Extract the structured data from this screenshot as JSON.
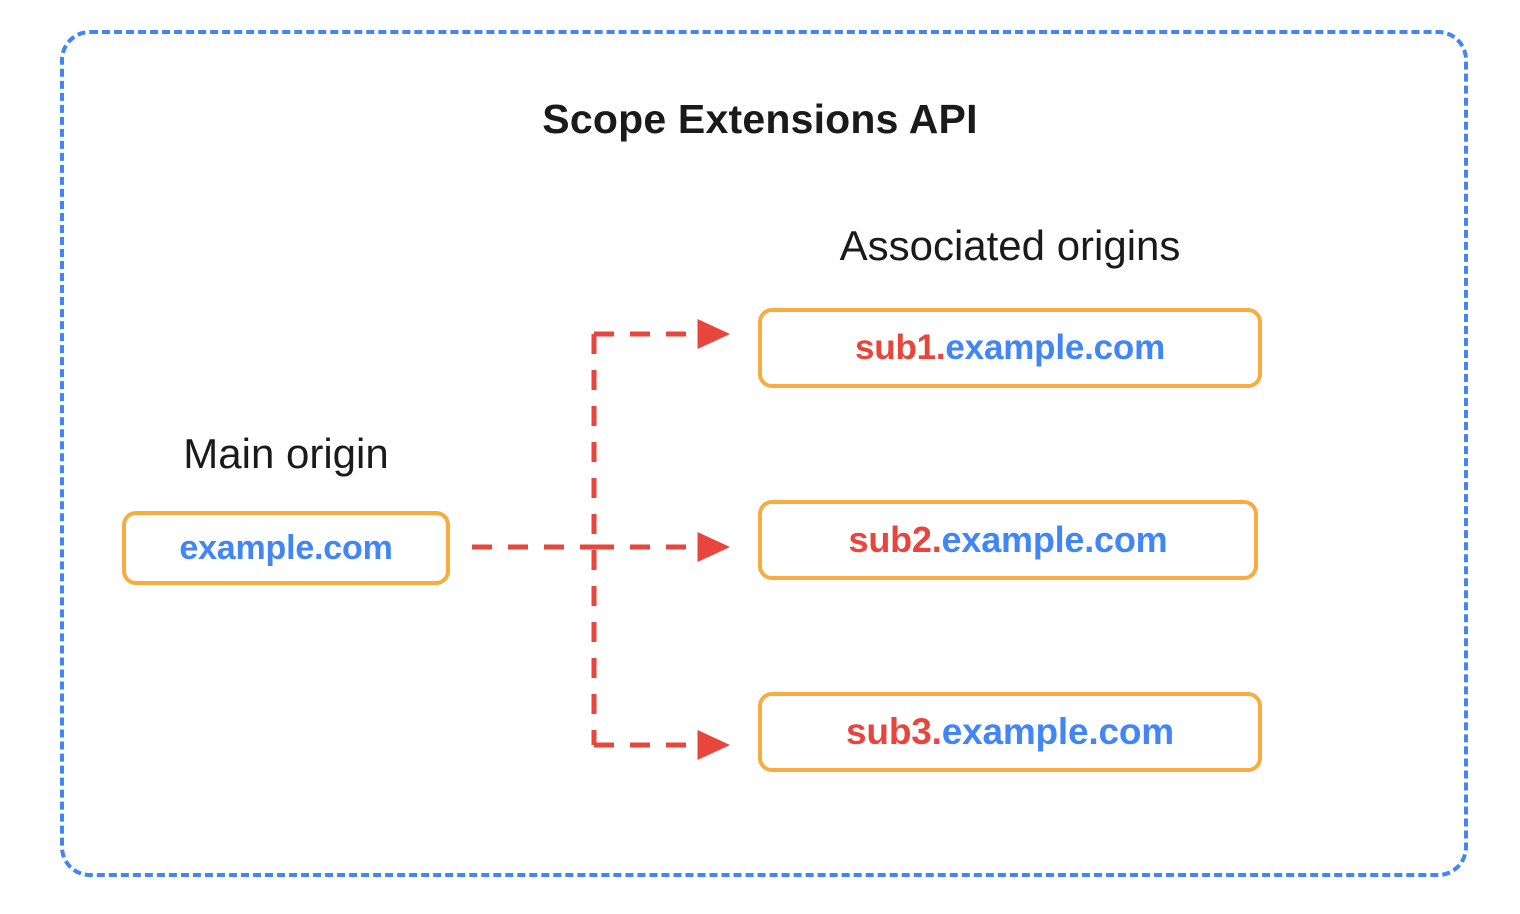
{
  "diagram": {
    "title": "Scope Extensions API",
    "frame_border_color": "#4285f4",
    "box_border_color": "#f9ab3e",
    "arrow_color": "#e8453c",
    "subdomain_color": "#e8453c",
    "host_color": "#4285f4",
    "main_origin": {
      "label": "Main origin",
      "box": {
        "sub_prefix": "",
        "host": "example.com",
        "full_text": "example.com"
      }
    },
    "associated_origins": {
      "label": "Associated origins",
      "boxes": [
        {
          "sub_prefix": "sub1.",
          "host": "example.com",
          "full_text": "sub1.example.com"
        },
        {
          "sub_prefix": "sub2.",
          "host": "example.com",
          "full_text": "sub2.example.com"
        },
        {
          "sub_prefix": "sub3.",
          "host": "example.com",
          "full_text": "sub3.example.com"
        }
      ]
    }
  }
}
